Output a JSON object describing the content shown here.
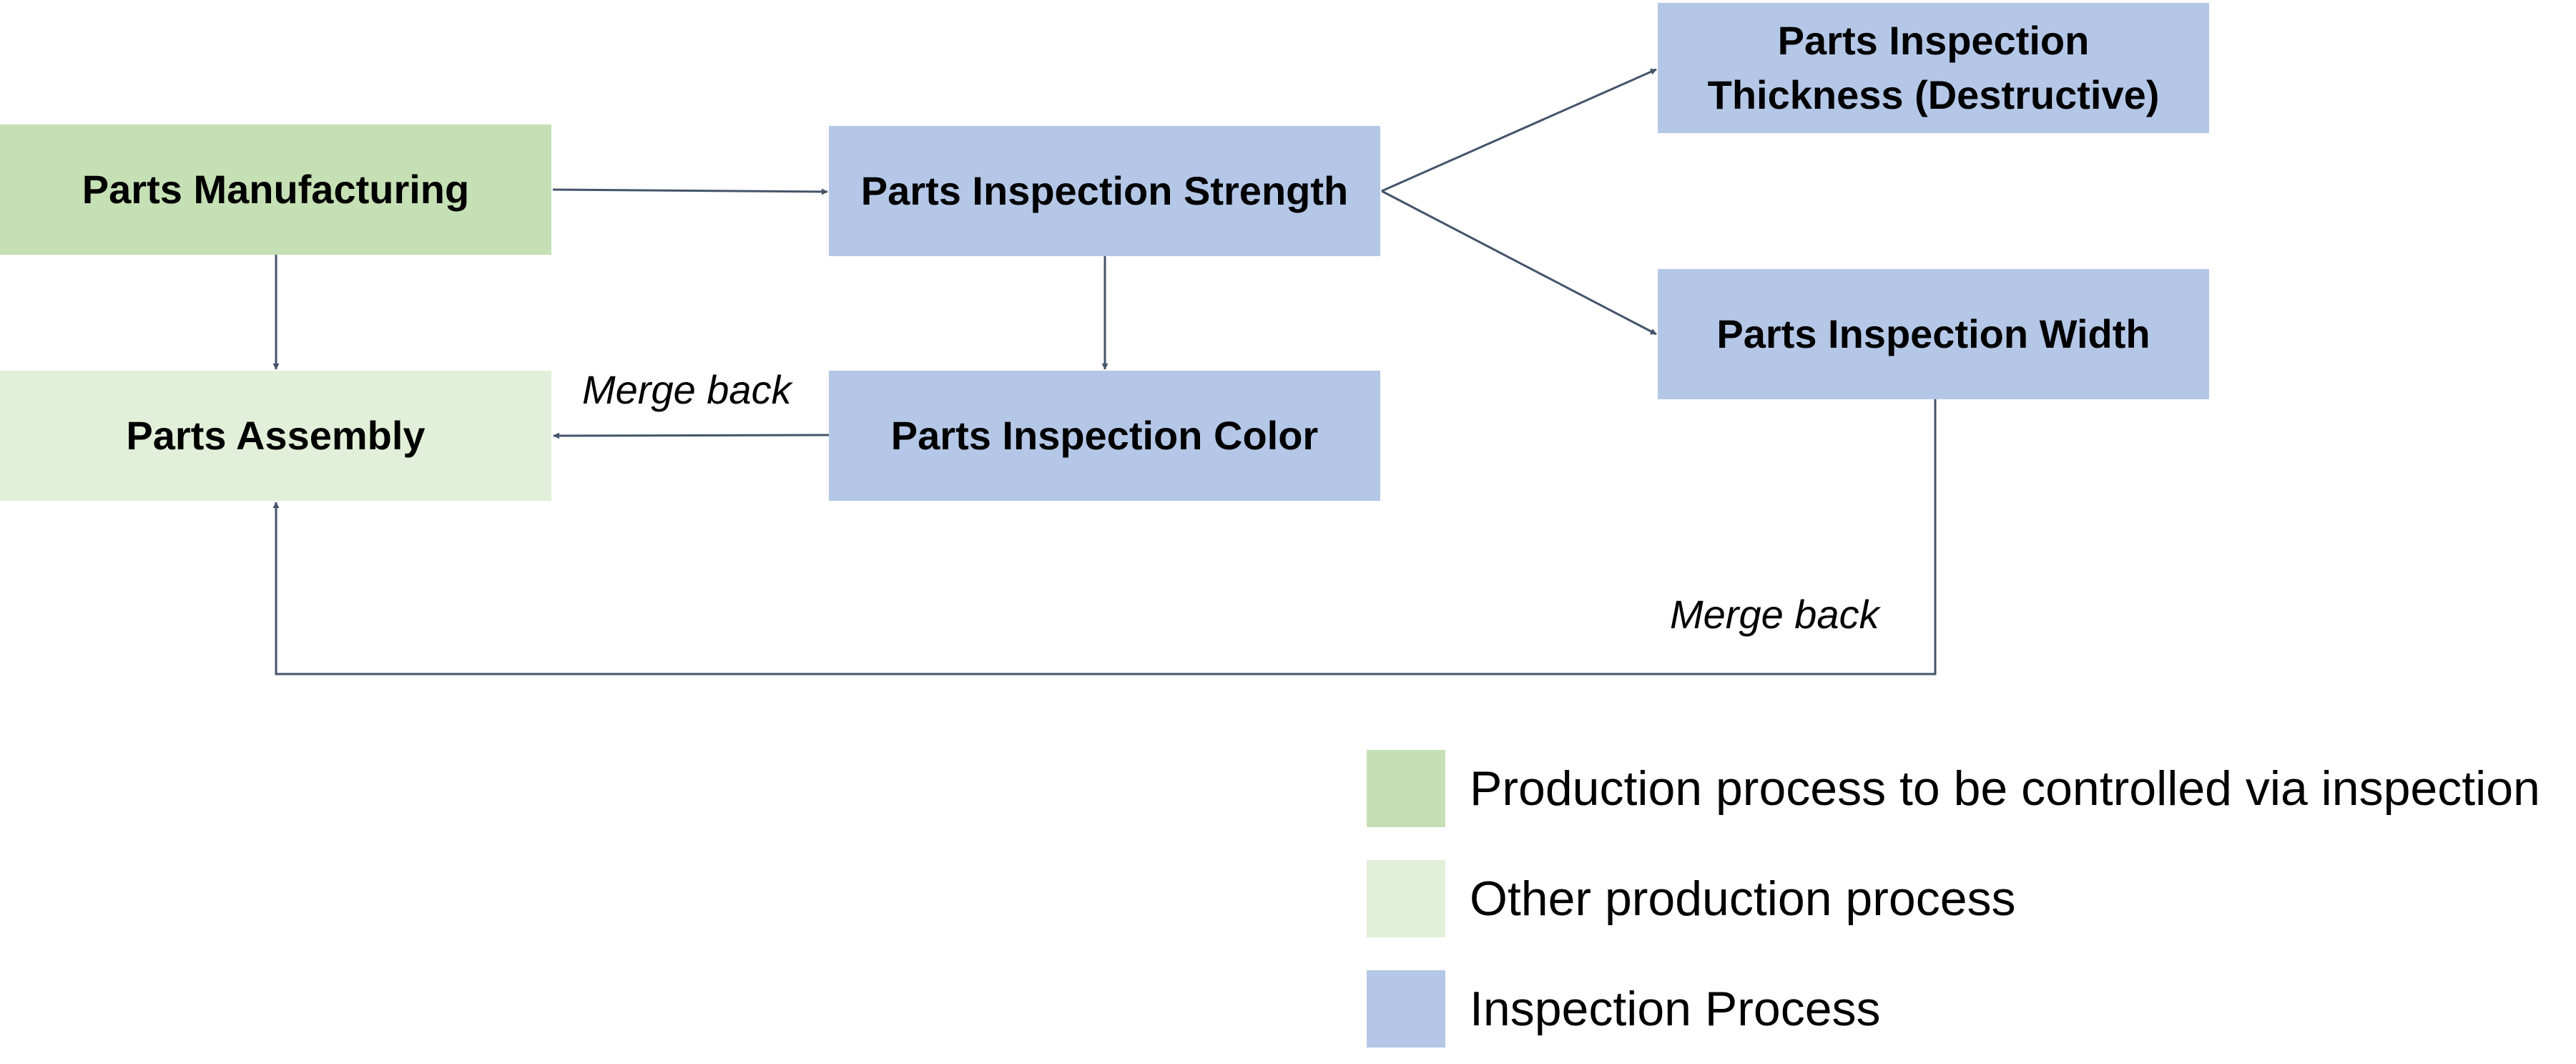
{
  "diagram": {
    "colors": {
      "production_controlled": "#c5e0b4",
      "production_other": "#e2f0d9",
      "inspection": "#b4c7e7",
      "edge": "#44546a"
    },
    "nodes": {
      "manufacturing": {
        "label": "Parts Manufacturing"
      },
      "assembly": {
        "label": "Parts Assembly"
      },
      "strength": {
        "label": "Parts Inspection Strength"
      },
      "color": {
        "label": "Parts Inspection Color"
      },
      "thickness": {
        "label": "Parts Inspection Thickness (Destructive)"
      },
      "width": {
        "label": "Parts Inspection Width"
      }
    },
    "edges": [
      {
        "from": "manufacturing",
        "to": "strength"
      },
      {
        "from": "manufacturing",
        "to": "assembly"
      },
      {
        "from": "strength",
        "to": "color"
      },
      {
        "from": "strength",
        "to": "thickness"
      },
      {
        "from": "strength",
        "to": "width"
      },
      {
        "from": "color",
        "to": "assembly",
        "label": "Merge back"
      },
      {
        "from": "width",
        "to": "assembly",
        "label": "Merge back"
      }
    ],
    "edge_labels": {
      "color_to_assembly": "Merge back",
      "width_to_assembly": "Merge back"
    }
  },
  "legend": {
    "items": [
      {
        "label": "Production process to be controlled via inspection",
        "color": "#c5e0b4"
      },
      {
        "label": "Other production process",
        "color": "#e2f0d9"
      },
      {
        "label": "Inspection Process",
        "color": "#b4c7e7"
      }
    ]
  }
}
